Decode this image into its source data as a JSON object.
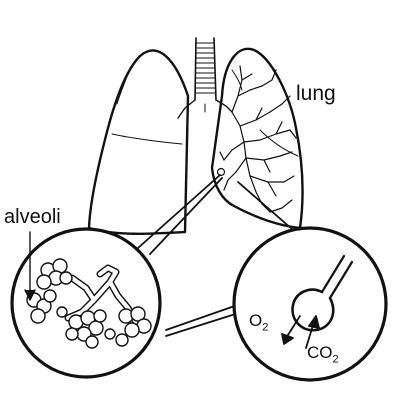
{
  "labels": {
    "lung": "lung",
    "alveoli": "alveoli"
  },
  "gases": {
    "o2_symbol": "O",
    "o2_subscript": "2",
    "co2_symbol": "CO",
    "co2_subscript": "2"
  },
  "colors": {
    "line": "#111111",
    "background": "#ffffff"
  }
}
